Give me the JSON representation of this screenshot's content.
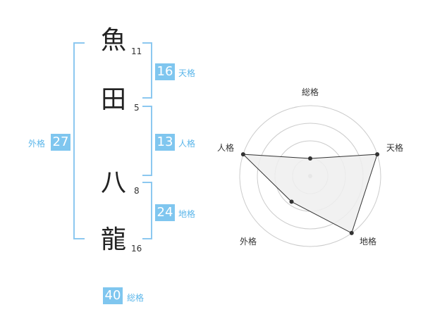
{
  "name": {
    "characters": [
      {
        "char": "魚",
        "strokes": "11"
      },
      {
        "char": "田",
        "strokes": "5"
      },
      {
        "char": "八",
        "strokes": "8"
      },
      {
        "char": "龍",
        "strokes": "16"
      }
    ]
  },
  "fortune": {
    "tenkaku": {
      "value": "16",
      "label": "天格"
    },
    "jinkaku": {
      "value": "13",
      "label": "人格"
    },
    "chikaku": {
      "value": "24",
      "label": "地格"
    },
    "gaikaku": {
      "value": "27",
      "label": "外格"
    },
    "soukaku": {
      "value": "40",
      "label": "総格"
    }
  },
  "radar": {
    "axes": [
      "総格",
      "天格",
      "地格",
      "外格",
      "人格"
    ],
    "levels": 4,
    "values": [
      0.25,
      1.0,
      1.0,
      0.45,
      1.0
    ],
    "colors": {
      "fill": "#efefef",
      "stroke": "#333333",
      "grid": "#cccccc",
      "center": "#bbbbbb"
    }
  }
}
